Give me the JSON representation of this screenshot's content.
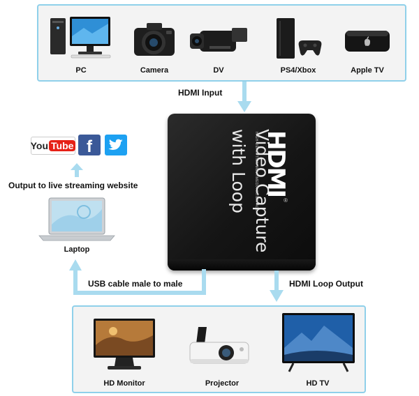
{
  "sources": [
    {
      "name": "PC",
      "icon": "pc-tower-monitor-icon"
    },
    {
      "name": "Camera",
      "icon": "dslr-camera-icon"
    },
    {
      "name": "DV",
      "icon": "camcorder-icon"
    },
    {
      "name": "PS4/Xbox",
      "icon": "game-console-controller-icon"
    },
    {
      "name": "Apple TV",
      "icon": "apple-tv-box-icon"
    }
  ],
  "flows": {
    "hdmi_input": "HDMI Input",
    "loop_output": "HDMI Loop Output",
    "usb": "USB cable male to male",
    "streaming": "Output to live streaming website"
  },
  "laptop": {
    "name": "Laptop"
  },
  "streaming_sites": {
    "youtube_you": "You",
    "youtube_tube": "Tube",
    "facebook": "f",
    "twitter": "twitter-bird-icon"
  },
  "device": {
    "brand": "HDMI",
    "subtitle": "HIGH-DEFINITION MULTIMEDIA INTERFACE",
    "line1": "Video  Capture",
    "line2": "with Loop",
    "reg": "®"
  },
  "outputs": [
    {
      "name": "HD Monitor",
      "icon": "monitor-icon"
    },
    {
      "name": "Projector",
      "icon": "projector-icon"
    },
    {
      "name": "HD TV",
      "icon": "tv-icon"
    }
  ],
  "colors": {
    "panel_border": "#8fd0ea",
    "panel_fill": "#f3f3f3",
    "arrow": "#a9dbef",
    "youtube_red": "#e62117",
    "facebook_blue": "#3b5998",
    "twitter_blue": "#1da1f2"
  }
}
